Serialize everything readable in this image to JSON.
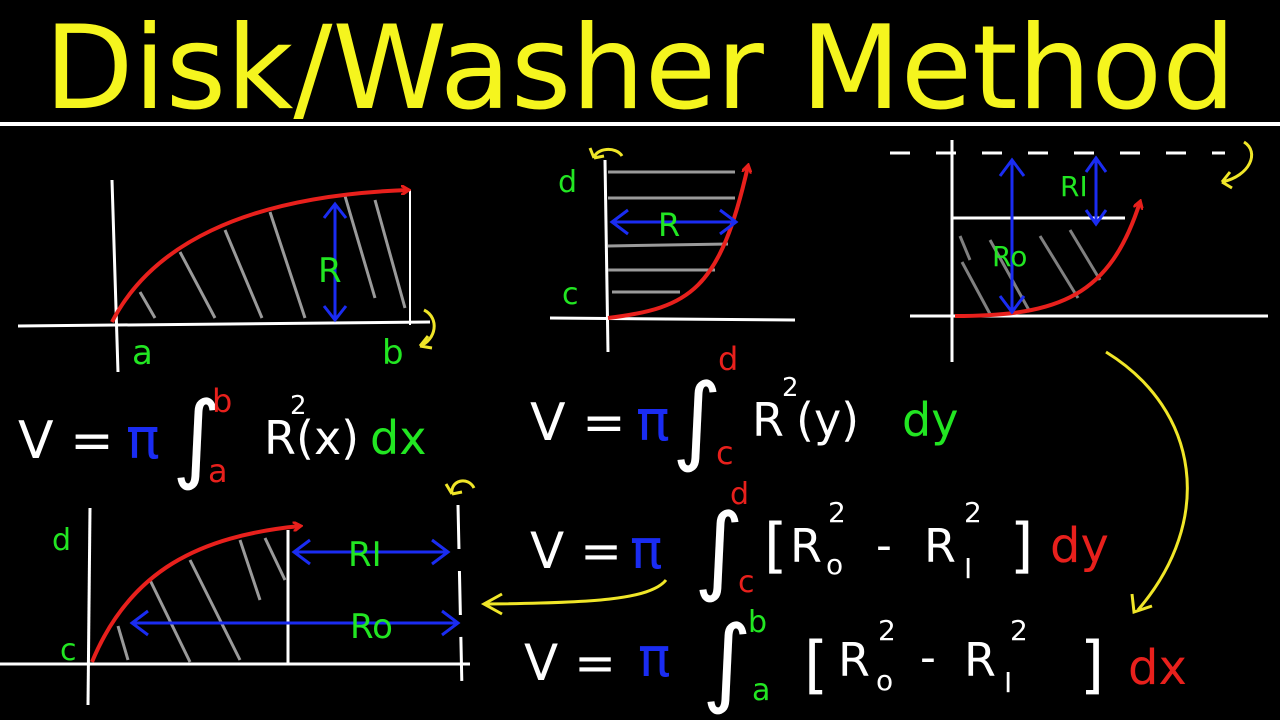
{
  "title": "Disk/Washer Method",
  "colors": {
    "background": "#000000",
    "title": "#f5f51e",
    "curve": "#e8201c",
    "radius": "#1a2cf2",
    "label": "#22e622",
    "limit": "#e8201c",
    "pi": "#1a2cf2",
    "axis": "#ffffff",
    "hatch": "#9a9a9a",
    "rotate": "#f0e628"
  },
  "labels": {
    "a": "a",
    "b": "b",
    "c": "c",
    "d": "d",
    "R": "R",
    "RI": "RI",
    "Ro": "Ro"
  },
  "formulas": {
    "disk_x": {
      "lhs": "V =",
      "pi": "π",
      "upper": "b",
      "lower": "a",
      "radius": "R",
      "exp": "2",
      "arg": "(x)",
      "diff": "dx"
    },
    "disk_y": {
      "lhs": "V =",
      "pi": "π",
      "upper": "d",
      "lower": "c",
      "radius": "R",
      "exp": "2",
      "arg": "(y)",
      "diff": "dy"
    },
    "washer_y": {
      "lhs": "V =",
      "pi": "π",
      "upper": "d",
      "lower": "c",
      "open": "[",
      "r_outer": "R",
      "sub_outer": "o",
      "exp": "2",
      "minus": "-",
      "r_inner": "R",
      "sub_inner": "I",
      "close": "]",
      "diff": "dy"
    },
    "washer_x": {
      "lhs": "V =",
      "pi": "π",
      "upper": "b",
      "lower": "a",
      "open": "[",
      "r_outer": "R",
      "sub_outer": "o",
      "exp": "2",
      "minus": "-",
      "r_inner": "R",
      "sub_inner": "I",
      "close": "]",
      "diff": "dx"
    }
  }
}
